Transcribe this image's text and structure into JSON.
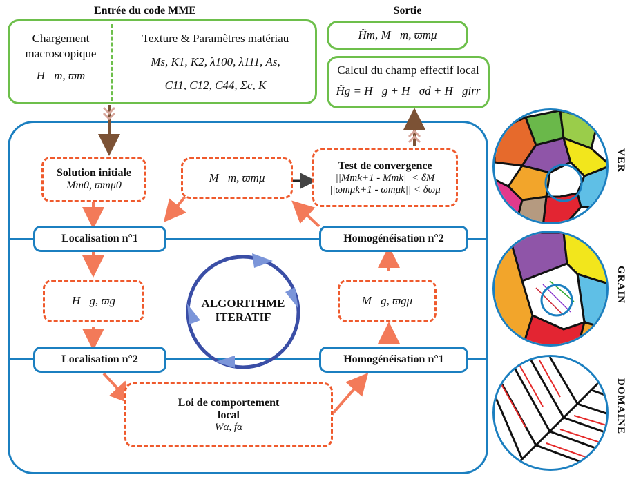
{
  "header": {
    "input_title": "Entrée du code MME",
    "output_title": "Sortie"
  },
  "input_box": {
    "left_line1": "Chargement",
    "left_line2": "macroscopique",
    "left_vars": "H⃗m, ϖm",
    "right_title": "Texture & Paramètres matériau",
    "right_params_1": "Ms, K1, K2, λ100, λ111, As,",
    "right_params_2": "C11, C12, C44, Σc, K"
  },
  "output_box": {
    "vars": "H̃m, M⃗m, ϖmμ"
  },
  "effective_field_box": {
    "title": "Calcul du champ effectif local",
    "formula": "H̃g = H⃗g + H⃗σd + H⃗girr"
  },
  "algorithm": {
    "solution_title": "Solution initiale",
    "solution_vars": "Mm0, ϖmμ0",
    "macro_vars": "M⃗m, ϖmμ",
    "convergence_title": "Test de convergence",
    "convergence_line1": "||Mmk+1 - Mmk|| < δM",
    "convergence_line2": "||ϖmμk+1 - ϖmμk|| < δϖμ",
    "localisation_1": "Localisation n°1",
    "localisation_2": "Localisation n°2",
    "homogenisation_2": "Homogénéisation n°2",
    "homogenisation_1": "Homogénéisation n°1",
    "grain_vars_in": "H⃗g, ϖg",
    "grain_vars_out": "M⃗g, ϖgμ",
    "cycle_line1": "ALGORITHME",
    "cycle_line2": "ITERATIF",
    "law_line1": "Loi de comportement",
    "law_line2": "local",
    "law_vars": "Wα, fα"
  },
  "scales": {
    "ver": "VER",
    "grain": "GRAIN",
    "domaine": "DOMAINE"
  },
  "colors": {
    "green": "#6dbf4b",
    "blue": "#1b7fc0",
    "red_dashed": "#ef5a2d",
    "cycle_blue": "#3a4ea6"
  }
}
